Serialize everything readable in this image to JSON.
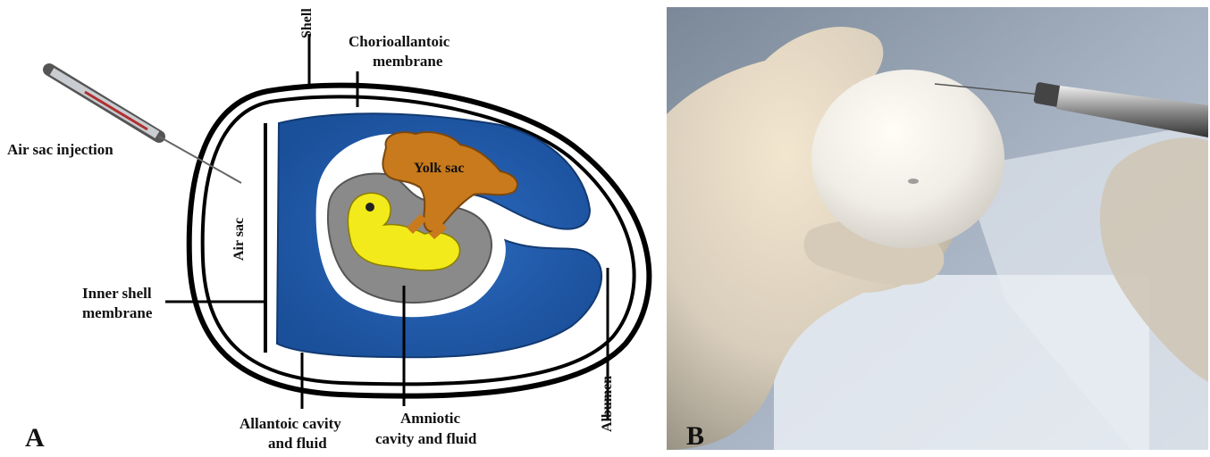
{
  "panel_a": {
    "letter": "A",
    "labels": {
      "shell": "Shell",
      "chorioallantoic_1": "Chorioallantoic",
      "chorioallantoic_2": "membrane",
      "air_sac_injection": "Air sac injection",
      "yolk_sac": "Yolk sac",
      "air_sac": "Air sac",
      "inner_shell_1": "Inner shell",
      "inner_shell_2": "membrane",
      "albumen": "Albumen",
      "allantoic_1": "Allantoic cavity",
      "allantoic_2": "and fluid",
      "amniotic_1": "Amniotic",
      "amniotic_2": "cavity and fluid"
    },
    "colors": {
      "allantoic": "#1f5aa6",
      "amnion": "#8a8a8a",
      "yolk": "#c87a1c",
      "embryo": "#f2ea1a",
      "shell": "#000000"
    }
  },
  "panel_b": {
    "letter": "B",
    "description_icon": "photo-egg-air-sac-injection"
  }
}
